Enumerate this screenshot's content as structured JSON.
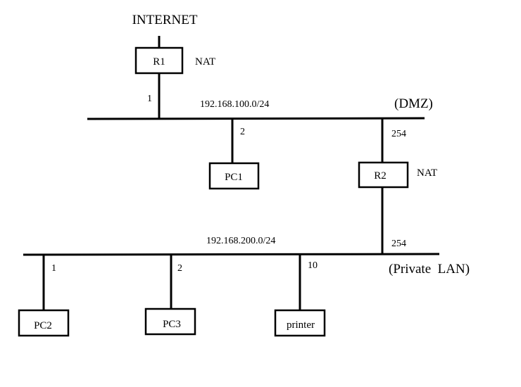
{
  "diagram": {
    "title": "INTERNET",
    "nodes": {
      "r1": {
        "label": "R1",
        "annotation": "NAT"
      },
      "r2": {
        "label": "R2",
        "annotation": "NAT"
      },
      "pc1": {
        "label": "PC1"
      },
      "pc2": {
        "label": "PC2"
      },
      "pc3": {
        "label": "PC3"
      },
      "printer": {
        "label": "printer"
      }
    },
    "networks": {
      "dmz": {
        "subnet": "192.168.100.0/24",
        "name": "(DMZ)"
      },
      "lan": {
        "subnet": "192.168.200.0/24",
        "name": "(Private  LAN)"
      }
    },
    "host_ids": {
      "r1_dmz": "1",
      "pc1_dmz": "2",
      "r2_dmz": "254",
      "r2_lan": "254",
      "pc2_lan": "1",
      "pc3_lan": "2",
      "printer_lan": "10"
    }
  }
}
